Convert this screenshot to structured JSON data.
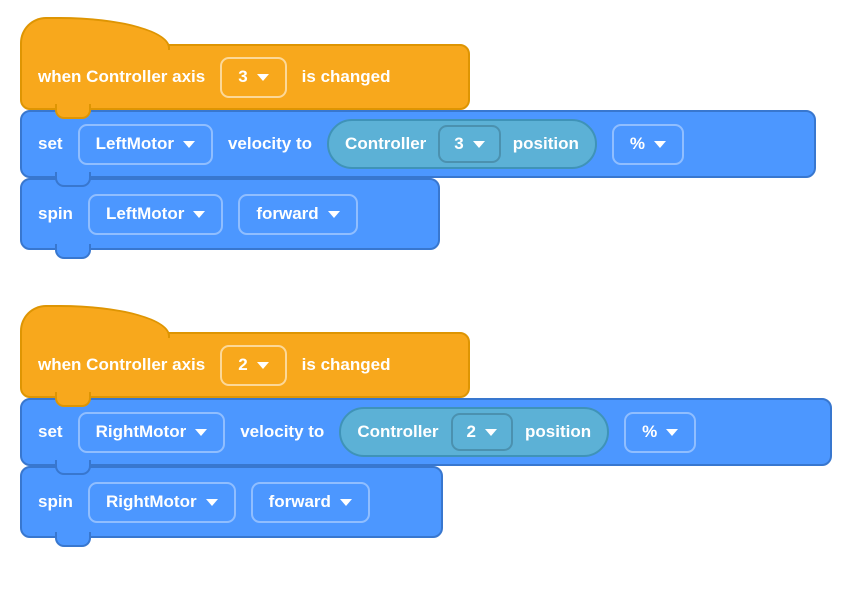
{
  "colors": {
    "event_fill": "#F8A81C",
    "event_border": "#DE9503",
    "motion_fill": "#4C97FF",
    "motion_border": "#3877CF",
    "sensing_fill": "#5CB1D6",
    "sensing_border": "#3F93B8",
    "text": "#FFFFFF"
  },
  "stacks": [
    {
      "hat": {
        "prefix": "when Controller axis",
        "axis": "3",
        "suffix": "is changed"
      },
      "set": {
        "verb": "set",
        "motor": "LeftMotor",
        "mid": "velocity to",
        "sensor": {
          "prefix": "Controller",
          "axis": "3",
          "suffix": "position"
        },
        "unit": "%"
      },
      "spin": {
        "verb": "spin",
        "motor": "LeftMotor",
        "direction": "forward"
      }
    },
    {
      "hat": {
        "prefix": "when Controller axis",
        "axis": "2",
        "suffix": "is changed"
      },
      "set": {
        "verb": "set",
        "motor": "RightMotor",
        "mid": "velocity to",
        "sensor": {
          "prefix": "Controller",
          "axis": "2",
          "suffix": "position"
        },
        "unit": "%"
      },
      "spin": {
        "verb": "spin",
        "motor": "RightMotor",
        "direction": "forward"
      }
    }
  ]
}
